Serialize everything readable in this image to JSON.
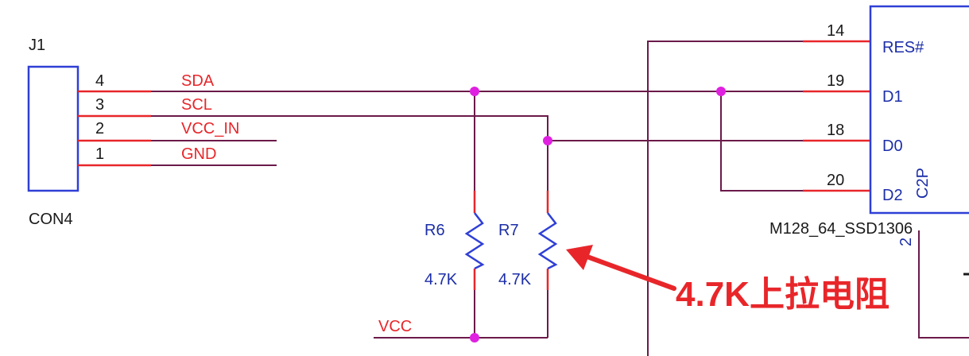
{
  "connector": {
    "ref": "J1",
    "type": "CON4",
    "pins": [
      {
        "number": "4",
        "net": "SDA"
      },
      {
        "number": "3",
        "net": "SCL"
      },
      {
        "number": "2",
        "net": "VCC_IN"
      },
      {
        "number": "1",
        "net": "GND"
      }
    ]
  },
  "resistors": [
    {
      "ref": "R6",
      "value": "4.7K"
    },
    {
      "ref": "R7",
      "value": "4.7K"
    }
  ],
  "power_net": "VCC",
  "chip": {
    "part": "M128_64_SSD1306",
    "pins": [
      {
        "number": "14",
        "name": "RES#"
      },
      {
        "number": "19",
        "name": "D1"
      },
      {
        "number": "18",
        "name": "D0"
      },
      {
        "number": "20",
        "name": "D2"
      }
    ],
    "vertical_label": "C2P"
  },
  "annotation": "4.7K上拉电阻",
  "colors": {
    "wire": "#6b1a4a",
    "pin_red": "#e8262a",
    "outline_blue": "#2f3fd6",
    "junction": "#e020e0"
  }
}
